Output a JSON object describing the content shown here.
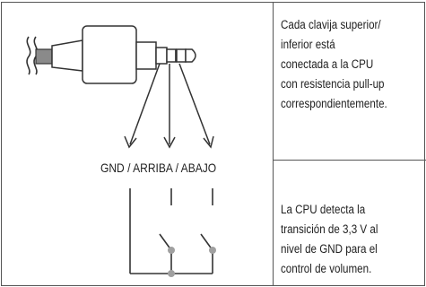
{
  "diagram": {
    "switch_label": "GND / ARRIBA / ABAJO",
    "notes": [
      {
        "lines": [
          "Cada clavija superior/",
          "inferior está",
          "conectada a la CPU",
          "con resistencia pull-up",
          "correspondientemente."
        ]
      },
      {
        "lines": [
          "La CPU detecta la",
          "transición de 3,3 V al",
          "nivel de GND para el",
          "control de volumen."
        ]
      }
    ],
    "colors": {
      "line": "#333333",
      "border": "#555555",
      "cable_fill": "#8a8a8a",
      "node_fill": "#a0a0a0"
    }
  }
}
